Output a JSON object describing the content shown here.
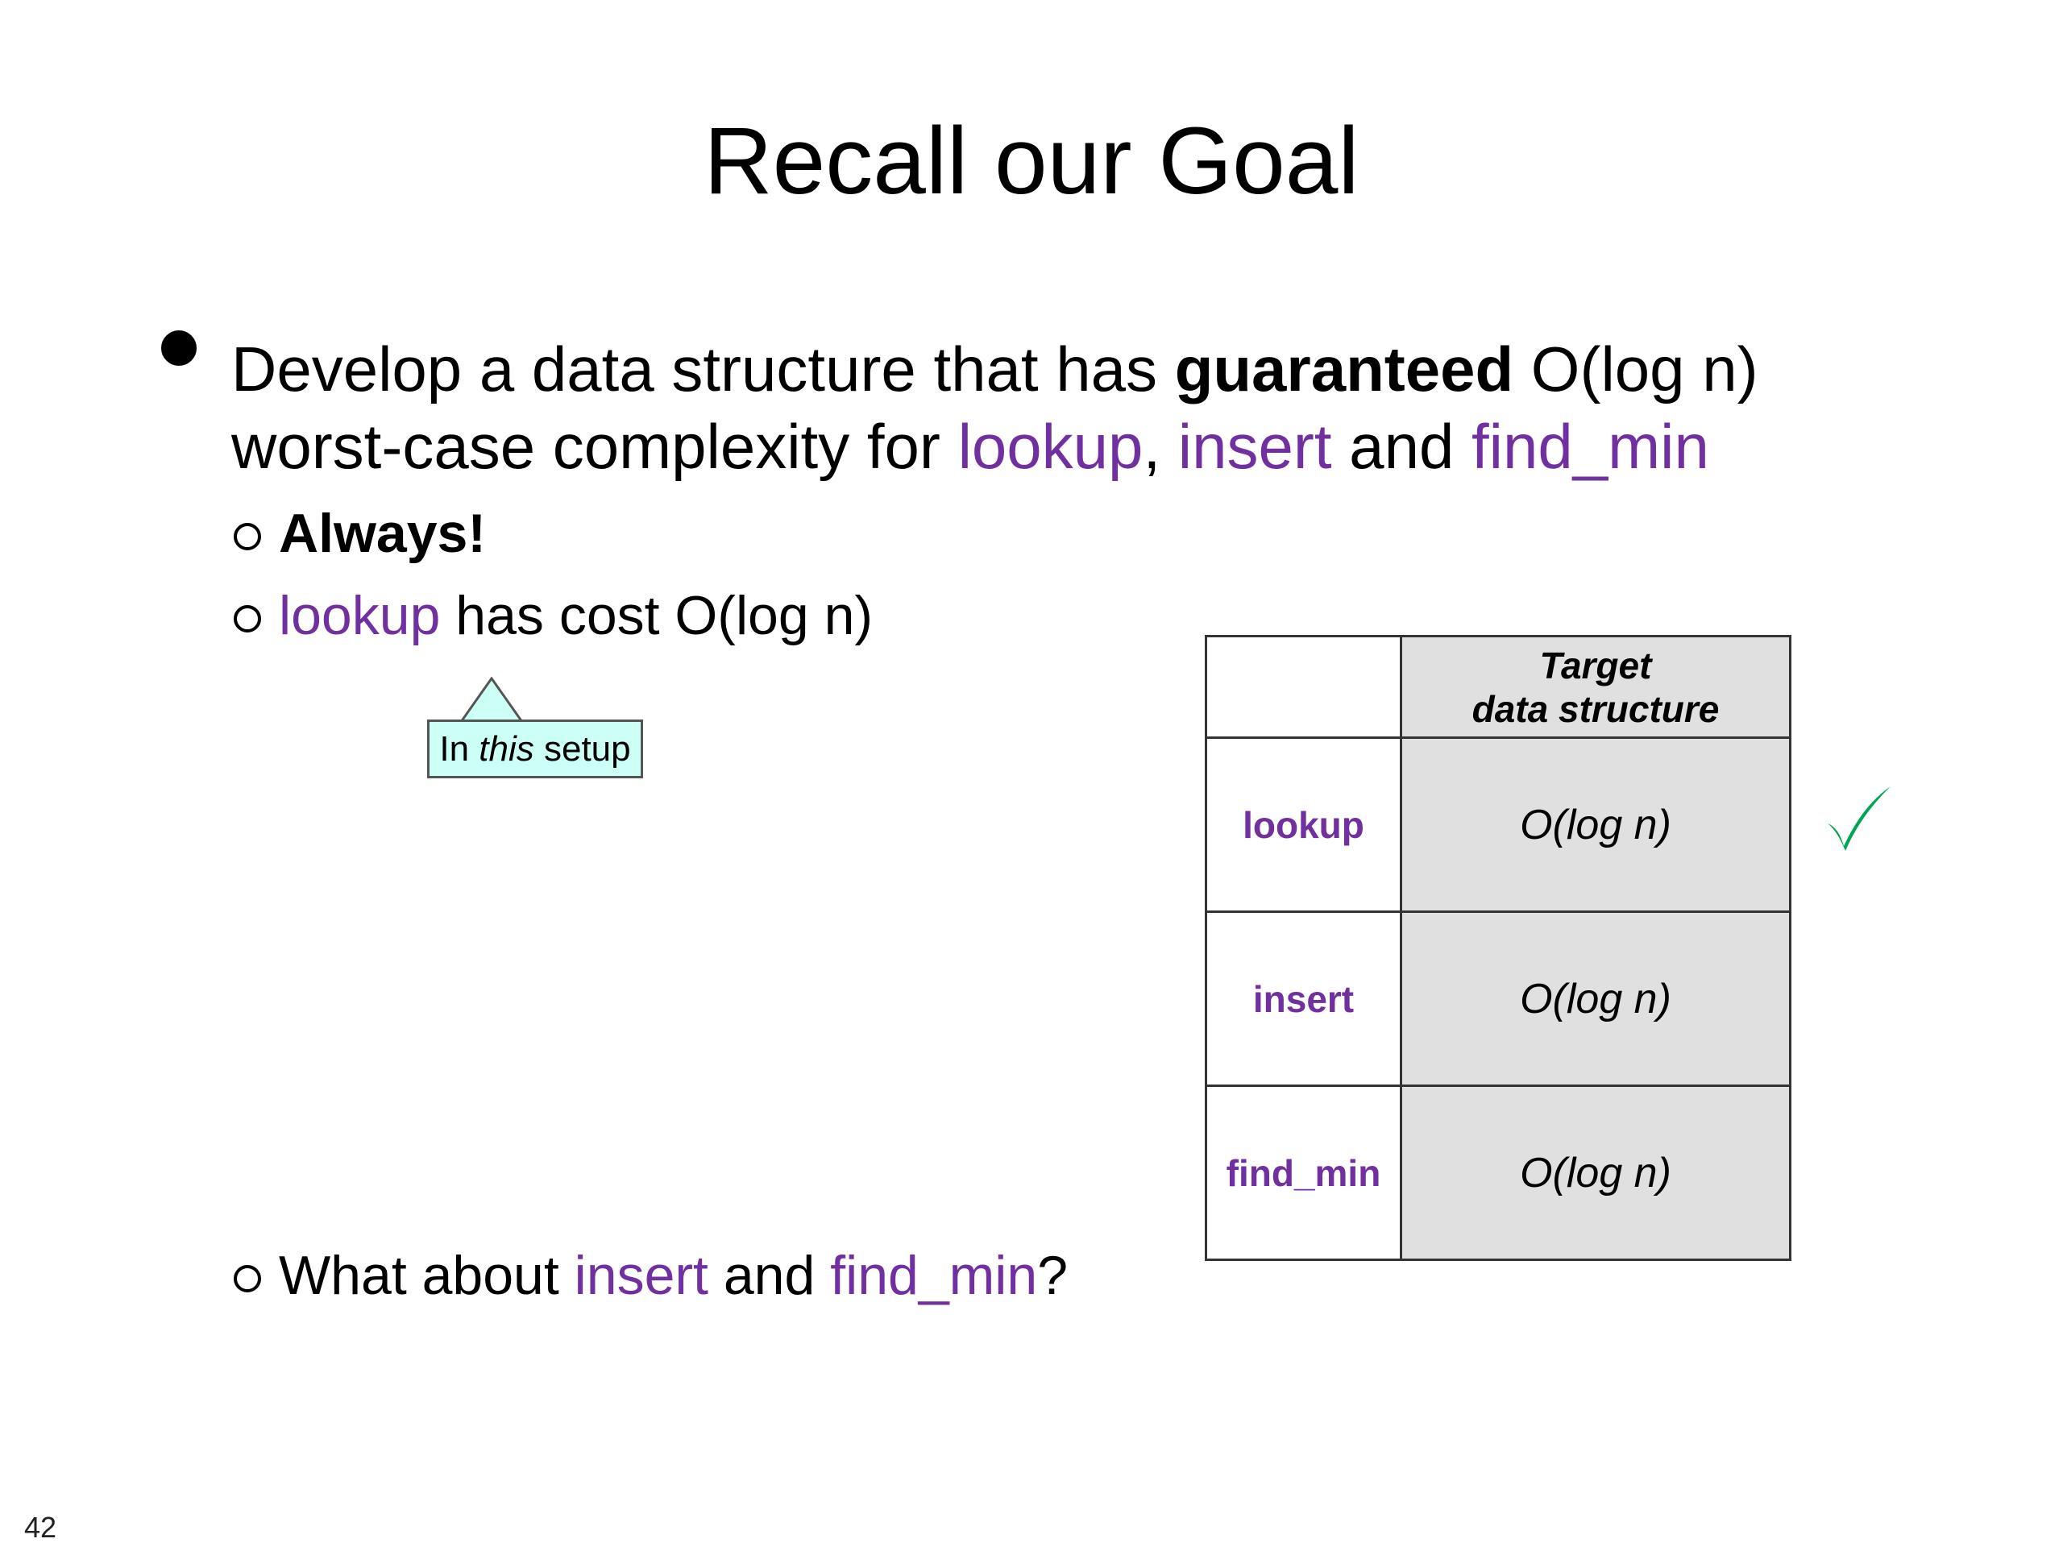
{
  "title": "Recall our Goal",
  "bullet": {
    "part1": "Develop a data structure that has ",
    "bold": "guaranteed",
    "part2": " O(log n)",
    "part3": "worst-case complexity for ",
    "op_lookup": "lookup",
    "sep1": ", ",
    "op_insert": "insert",
    "and": " and ",
    "op_find_min": "find_min"
  },
  "sub1": {
    "text": "Always!"
  },
  "sub2": {
    "op": "lookup",
    "rest": " has cost O(log n)"
  },
  "callout": {
    "pre": "In ",
    "em": "this",
    "post": " setup"
  },
  "sub3": {
    "pre": "What about ",
    "op_insert": "insert",
    "and": " and ",
    "op_find_min": "find_min",
    "post": "?"
  },
  "table": {
    "header_line1": "Target",
    "header_line2": "data structure",
    "rows": [
      {
        "op": "lookup",
        "complexity": "O(log n)"
      },
      {
        "op": "insert",
        "complexity": "O(log n)"
      },
      {
        "op": "find_min",
        "complexity": "O(log n)"
      }
    ]
  },
  "check": {
    "row": "lookup",
    "color": "#00a651"
  },
  "colors": {
    "operation": "#7030a0",
    "table_fill": "#e0e0e0",
    "callout_fill": "#ccfff5"
  },
  "page_number": "42"
}
